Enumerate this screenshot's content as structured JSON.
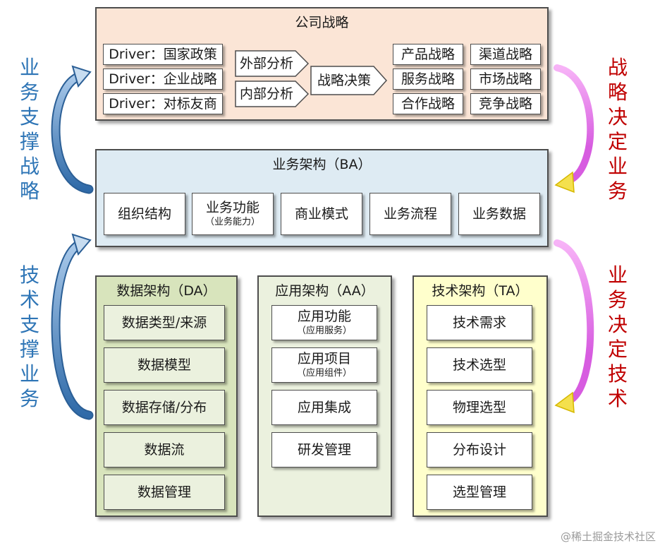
{
  "colors": {
    "strategy_fill": "#fbe5d6",
    "ba_fill": "#deebf3",
    "da_fill": "#d8e4bc",
    "aa_fill": "#ebf1de",
    "ta_fill": "#ffffcc",
    "left_text": "#2e75b6",
    "right_text": "#c00000",
    "left_arrow": "#4a84c1",
    "right_arrow": "#e070e8",
    "right_arrow_tip": "#f4e04d"
  },
  "strategy": {
    "title": "公司战略",
    "drivers": [
      "Driver：国家政策",
      "Driver：企业战略",
      "Driver：对标友商"
    ],
    "analysis": [
      "外部分析",
      "内部分析"
    ],
    "decision": "战略决策",
    "outputs": [
      "产品战略",
      "渠道战略",
      "服务战略",
      "市场战略",
      "合作战略",
      "竞争战略"
    ]
  },
  "ba": {
    "title": "业务架构（BA）",
    "items": [
      {
        "label": "组织结构",
        "sub": ""
      },
      {
        "label": "业务功能",
        "sub": "（业务能力）"
      },
      {
        "label": "商业模式",
        "sub": ""
      },
      {
        "label": "业务流程",
        "sub": ""
      },
      {
        "label": "业务数据",
        "sub": ""
      }
    ]
  },
  "da": {
    "title": "数据架构（DA）",
    "items": [
      "数据类型/来源",
      "数据模型",
      "数据存储/分布",
      "数据流",
      "数据管理"
    ]
  },
  "aa": {
    "title": "应用架构（AA）",
    "items": [
      {
        "label": "应用功能",
        "sub": "（应用服务）"
      },
      {
        "label": "应用项目",
        "sub": "（应用组件）"
      },
      {
        "label": "应用集成",
        "sub": ""
      },
      {
        "label": "研发管理",
        "sub": ""
      }
    ]
  },
  "ta": {
    "title": "技术架构（TA）",
    "items": [
      "技术需求",
      "技术选型",
      "物理选型",
      "分布设计",
      "选型管理"
    ]
  },
  "side_labels": {
    "business_supports_strategy": "业务支撑战略",
    "strategy_decides_business": "战略决定业务",
    "tech_supports_business": "技术支撑业务",
    "business_decides_tech": "业务决定技术"
  },
  "watermark": "@稀土掘金技术社区"
}
